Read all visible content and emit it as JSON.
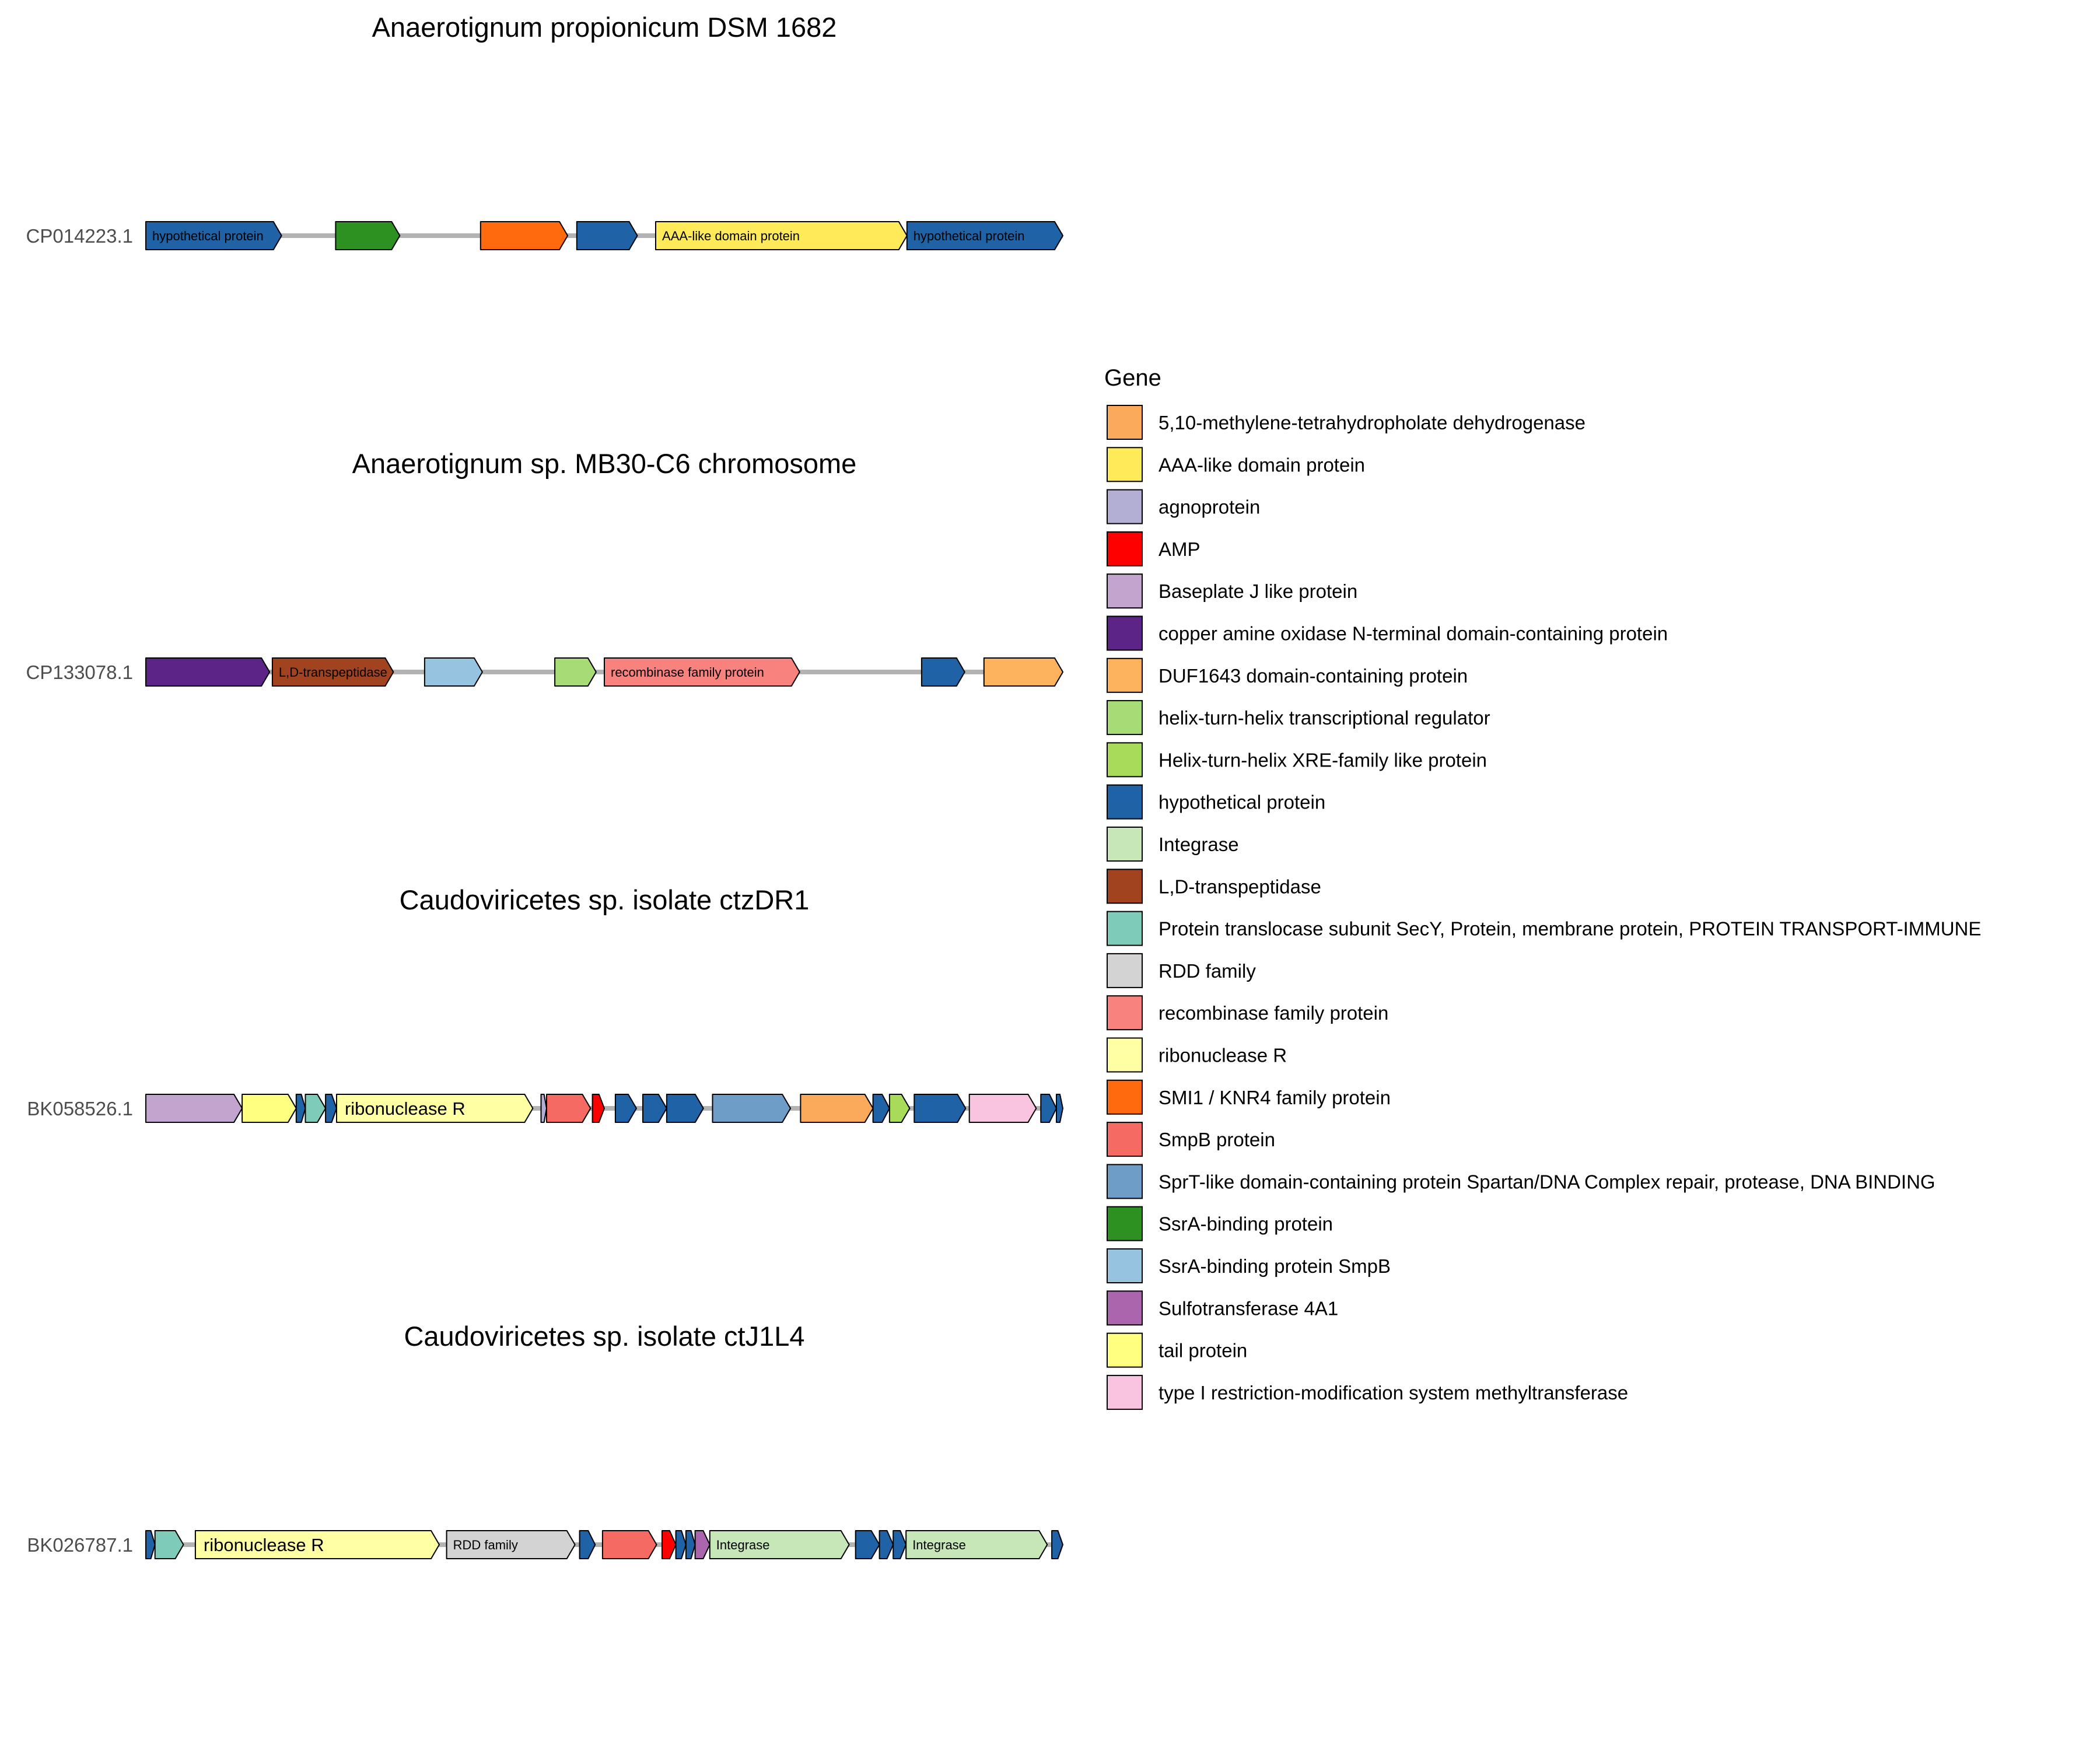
{
  "legend": {
    "title": "Gene",
    "items": [
      {
        "label": "5,10-methylene-tetrahydropholate dehydrogenase",
        "color": "#FBA95A"
      },
      {
        "label": "AAA-like domain protein",
        "color": "#FFEA5A"
      },
      {
        "label": "agnoprotein",
        "color": "#B3AED3"
      },
      {
        "label": "AMP",
        "color": "#FF0000"
      },
      {
        "label": "Baseplate J like protein",
        "color": "#C2A4CF"
      },
      {
        "label": "copper amine oxidase N-terminal domain-containing protein",
        "color": "#5B2486"
      },
      {
        "label": "DUF1643 domain-containing protein",
        "color": "#FDB25E"
      },
      {
        "label": "helix-turn-helix transcriptional regulator",
        "color": "#A6DB76"
      },
      {
        "label": "Helix-turn-helix XRE-family like protein",
        "color": "#A9DB5A"
      },
      {
        "label": "hypothetical protein",
        "color": "#1F62A5"
      },
      {
        "label": "Integrase",
        "color": "#C7E7B8"
      },
      {
        "label": "L,D-transpeptidase",
        "color": "#A1431F"
      },
      {
        "label": "Protein translocase subunit SecY, Protein, membrane protein, PROTEIN TRANSPORT-IMMUNE",
        "color": "#7FCBBA"
      },
      {
        "label": "RDD family",
        "color": "#D3D3D3"
      },
      {
        "label": "recombinase family protein",
        "color": "#F8837E"
      },
      {
        "label": "ribonuclease R",
        "color": "#FFFFA3"
      },
      {
        "label": "SMI1 / KNR4 family protein",
        "color": "#FF6A0F"
      },
      {
        "label": "SmpB protein",
        "color": "#F56B63"
      },
      {
        "label": "SprT-like domain-containing protein Spartan/DNA Complex repair, protease, DNA BINDING",
        "color": "#6E9DC8"
      },
      {
        "label": "SsrA-binding protein",
        "color": "#2D9121"
      },
      {
        "label": "SsrA-binding protein SmpB",
        "color": "#96C4E0"
      },
      {
        "label": "Sulfotransferase 4A1",
        "color": "#AA65AC"
      },
      {
        "label": "tail protein",
        "color": "#FFFF80"
      },
      {
        "label": "type I restriction-modification system methyltransferase",
        "color": "#F9C4DF"
      }
    ]
  },
  "chart_data": {
    "type": "gene-arrow-map",
    "panels": [
      {
        "title": "Anaerotignum propionicum DSM 1682",
        "accession": "CP014223.1",
        "genes": [
          {
            "start": 0.0,
            "end": 0.148,
            "gene": "hypothetical protein",
            "label": "hypothetical protein"
          },
          {
            "start": 0.207,
            "end": 0.277,
            "gene": "SsrA-binding protein"
          },
          {
            "start": 0.365,
            "end": 0.46,
            "gene": "SMI1 / KNR4 family protein"
          },
          {
            "start": 0.47,
            "end": 0.536,
            "gene": "hypothetical protein"
          },
          {
            "start": 0.556,
            "end": 0.83,
            "gene": "AAA-like domain protein",
            "label": "AAA-like domain protein"
          },
          {
            "start": 0.83,
            "end": 1.0,
            "gene": "hypothetical protein",
            "label": "hypothetical protein"
          }
        ]
      },
      {
        "title": "Anaerotignum sp. MB30-C6 chromosome",
        "accession": "CP133078.1",
        "genes": [
          {
            "start": 0.0,
            "end": 0.135,
            "gene": "copper amine oxidase N-terminal domain-containing protein"
          },
          {
            "start": 0.138,
            "end": 0.27,
            "gene": "L,D-transpeptidase",
            "label": "L,D-transpeptidase"
          },
          {
            "start": 0.304,
            "end": 0.367,
            "gene": "SsrA-binding protein SmpB"
          },
          {
            "start": 0.446,
            "end": 0.491,
            "gene": "helix-turn-helix transcriptional regulator"
          },
          {
            "start": 0.5,
            "end": 0.713,
            "gene": "recombinase family protein",
            "label": "recombinase family protein"
          },
          {
            "start": 0.846,
            "end": 0.893,
            "gene": "hypothetical protein"
          },
          {
            "start": 0.914,
            "end": 1.0,
            "gene": "DUF1643 domain-containing protein"
          }
        ]
      },
      {
        "title": "Caudoviricetes sp. isolate ctzDR1",
        "accession": "BK058526.1",
        "genes": [
          {
            "start": 0.0,
            "end": 0.105,
            "gene": "Baseplate J like protein"
          },
          {
            "start": 0.105,
            "end": 0.164,
            "gene": "tail protein"
          },
          {
            "start": 0.164,
            "end": 0.174,
            "gene": "hypothetical protein"
          },
          {
            "start": 0.174,
            "end": 0.196,
            "gene": "Protein translocase subunit SecY, Protein, membrane protein, PROTEIN TRANSPORT-IMMUNE"
          },
          {
            "start": 0.196,
            "end": 0.208,
            "gene": "hypothetical protein"
          },
          {
            "start": 0.208,
            "end": 0.422,
            "gene": "ribonuclease R",
            "label": "ribonuclease R"
          },
          {
            "start": 0.431,
            "end": 0.437,
            "gene": "agnoprotein"
          },
          {
            "start": 0.437,
            "end": 0.485,
            "gene": "SmpB protein"
          },
          {
            "start": 0.487,
            "end": 0.5,
            "gene": "AMP"
          },
          {
            "start": 0.512,
            "end": 0.535,
            "gene": "hypothetical protein"
          },
          {
            "start": 0.542,
            "end": 0.568,
            "gene": "hypothetical protein"
          },
          {
            "start": 0.568,
            "end": 0.608,
            "gene": "hypothetical protein"
          },
          {
            "start": 0.618,
            "end": 0.703,
            "gene": "SprT-like domain-containing protein Spartan/DNA Complex repair, protease, DNA BINDING"
          },
          {
            "start": 0.714,
            "end": 0.793,
            "gene": "5,10-methylene-tetrahydropholate dehydrogenase"
          },
          {
            "start": 0.793,
            "end": 0.811,
            "gene": "hypothetical protein"
          },
          {
            "start": 0.811,
            "end": 0.833,
            "gene": "Helix-turn-helix XRE-family like protein"
          },
          {
            "start": 0.838,
            "end": 0.894,
            "gene": "hypothetical protein"
          },
          {
            "start": 0.898,
            "end": 0.971,
            "gene": "type I restriction-modification system methyltransferase"
          },
          {
            "start": 0.976,
            "end": 0.993,
            "gene": "hypothetical protein"
          },
          {
            "start": 0.993,
            "end": 1.0,
            "gene": "hypothetical protein"
          }
        ]
      },
      {
        "title": "Caudoviricetes sp. isolate ctJ1L4",
        "accession": "BK026787.1",
        "genes": [
          {
            "start": 0.0,
            "end": 0.01,
            "gene": "hypothetical protein"
          },
          {
            "start": 0.01,
            "end": 0.041,
            "gene": "Protein translocase subunit SecY, Protein, membrane protein, PROTEIN TRANSPORT-IMMUNE"
          },
          {
            "start": 0.054,
            "end": 0.32,
            "gene": "ribonuclease R",
            "label": "ribonuclease R"
          },
          {
            "start": 0.328,
            "end": 0.468,
            "gene": "RDD family",
            "label": "RDD family"
          },
          {
            "start": 0.473,
            "end": 0.49,
            "gene": "hypothetical protein"
          },
          {
            "start": 0.498,
            "end": 0.557,
            "gene": "SmpB protein"
          },
          {
            "start": 0.563,
            "end": 0.578,
            "gene": "AMP"
          },
          {
            "start": 0.578,
            "end": 0.589,
            "gene": "hypothetical protein"
          },
          {
            "start": 0.589,
            "end": 0.599,
            "gene": "hypothetical protein"
          },
          {
            "start": 0.599,
            "end": 0.615,
            "gene": "Sulfotransferase 4A1"
          },
          {
            "start": 0.615,
            "end": 0.767,
            "gene": "Integrase",
            "label": "Integrase"
          },
          {
            "start": 0.774,
            "end": 0.8,
            "gene": "hypothetical protein"
          },
          {
            "start": 0.8,
            "end": 0.815,
            "gene": "hypothetical protein"
          },
          {
            "start": 0.815,
            "end": 0.829,
            "gene": "hypothetical protein"
          },
          {
            "start": 0.829,
            "end": 0.983,
            "gene": "Integrase",
            "label": "Integrase"
          },
          {
            "start": 0.988,
            "end": 1.0,
            "gene": "hypothetical protein"
          }
        ]
      }
    ]
  }
}
